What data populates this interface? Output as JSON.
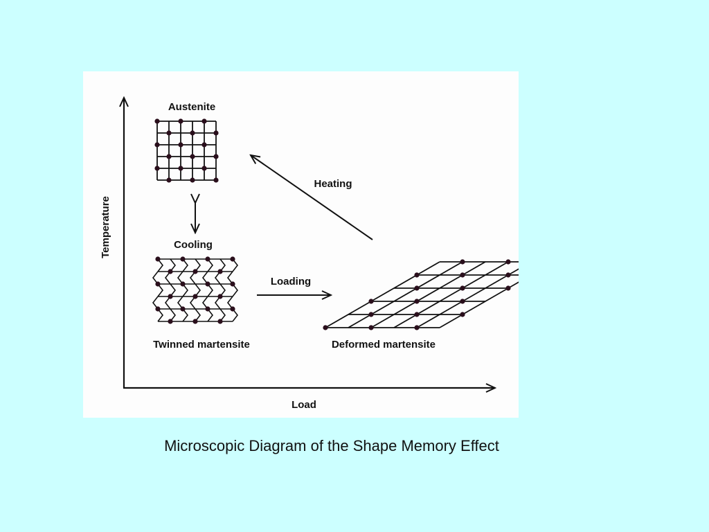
{
  "caption": "Microscopic Diagram of the Shape Memory Effect",
  "diagram": {
    "axes": {
      "y_label": "Temperature",
      "x_label": "Load"
    },
    "states": {
      "austenite": "Austenite",
      "twinned": "Twinned martensite",
      "deformed": "Deformed martensite"
    },
    "transitions": {
      "cooling": "Cooling",
      "loading": "Loading",
      "heating": "Heating"
    }
  },
  "colors": {
    "background": "#ccffff",
    "panel": "#fdfdfd",
    "ink": "#111111",
    "atom": "#2a0f1c"
  }
}
